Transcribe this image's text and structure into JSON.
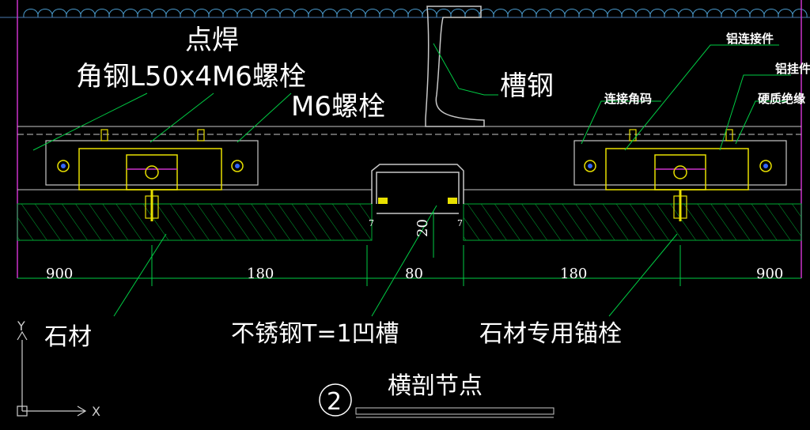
{
  "diagram": {
    "colors": {
      "background": "#000000",
      "leader": "#00cc44",
      "dim_line": "#00cc44",
      "steel": "#c8c8c8",
      "bracket": "#e8e000",
      "stone_hatch": "#00aa33",
      "frame": "#cc33cc",
      "label": "#ffffff"
    },
    "labels": {
      "weld": "点焊",
      "angle_steel": "角钢L50x4M6螺栓",
      "m6_bolt": "M6螺栓",
      "channel_steel": "槽钢",
      "connector": "铝连接件",
      "hanger": "铝挂件",
      "connect_angle": "连接角码",
      "hard_insulation": "硬质绝缘",
      "stone": "石材",
      "ss_groove": "不锈钢T=1凹槽",
      "stone_anchor": "石材专用锚栓",
      "section_title": "横剖节点",
      "detail_number": "2"
    },
    "dimensions": {
      "d1": "900",
      "d2": "180",
      "d3": "80",
      "d4": "180",
      "d5": "900",
      "d_vertical": "20",
      "gap_left": "7",
      "gap_right": "7"
    },
    "axes": {
      "y": "Y",
      "x": "X"
    }
  }
}
